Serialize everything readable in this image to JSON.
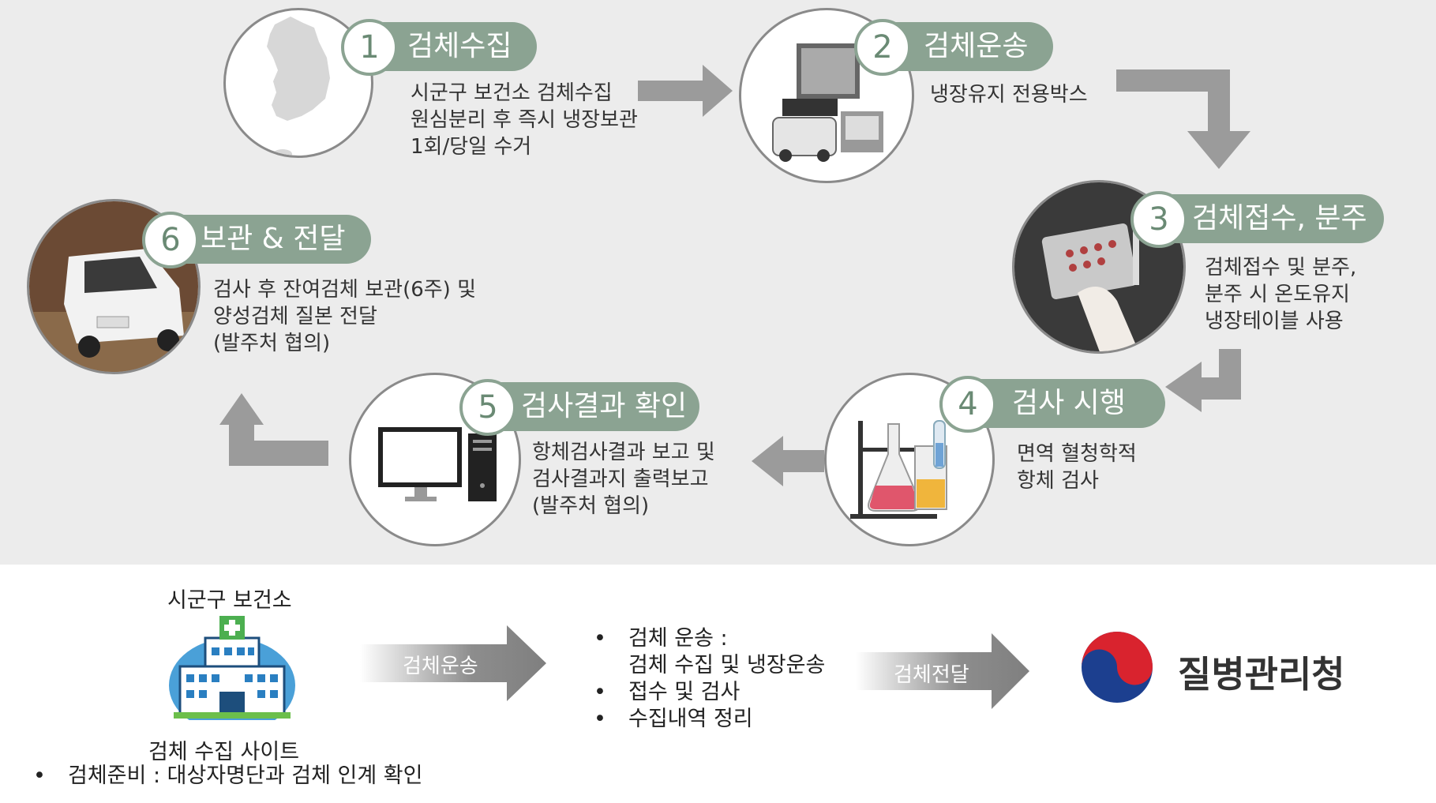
{
  "steps": [
    {
      "num": "1",
      "title": "검체수집",
      "lines": [
        "시군구 보건소 검체수집",
        "원심분리 후 즉시 냉장보관",
        "1회/당일 수거"
      ],
      "icon": "korea-map-icon"
    },
    {
      "num": "2",
      "title": "검체운송",
      "lines": [
        "냉장유지 전용박스"
      ],
      "icon": "cold-box-truck-icon"
    },
    {
      "num": "3",
      "title": "검체접수, 분주",
      "lines": [
        "검체접수 및 분주,",
        "분주 시 온도유지",
        "냉장테이블 사용"
      ],
      "icon": "pipette-hand-icon"
    },
    {
      "num": "4",
      "title": "검사 시행",
      "lines": [
        "면역 혈청학적",
        "항체 검사"
      ],
      "icon": "lab-flask-icon"
    },
    {
      "num": "5",
      "title": "검사결과 확인",
      "lines": [
        "항체검사결과 보고 및",
        "검사결과지 출력보고",
        "(발주처 협의)"
      ],
      "icon": "computer-icon"
    },
    {
      "num": "6",
      "title": "보관 & 전달",
      "lines": [
        "검사 후 잔여검체 보관(6주) 및",
        "양성검체 질본 전달",
        "(발주처 협의)"
      ],
      "icon": "van-icon"
    }
  ],
  "bottom": {
    "site_title": "시군구 보건소",
    "site_label": "검체 수집 사이트",
    "site_bullet": "검체준비 : 대상자명단과 검체 인계 확인",
    "transport_label": "검체운송",
    "middle_bullets": [
      [
        "검체 운송 :",
        "검체 수집 및 냉장운송"
      ],
      [
        "접수 및 검사"
      ],
      [
        "수집내역 정리"
      ]
    ],
    "delivery_label": "검체전달",
    "agency_name": "질병관리청",
    "bullet_char": "•"
  },
  "colors": {
    "accent": "#8ba392",
    "arrow": "#9b9b9b",
    "panel": "#ececec"
  }
}
